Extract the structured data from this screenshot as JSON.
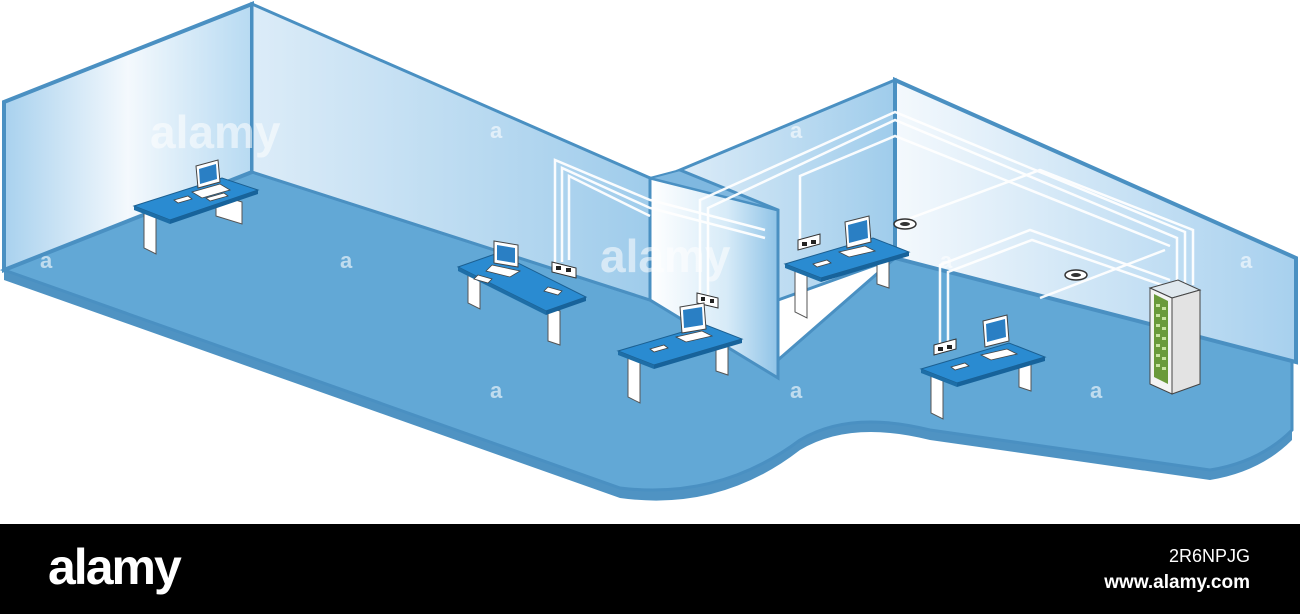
{
  "diagram": {
    "watermark_text": "alamy",
    "watermark_mark": "a",
    "colors": {
      "floor": "#62a8d6",
      "floor_edge": "#4f93c3",
      "wall_light": "#eaf4fb",
      "wall_dark": "#9ccbe9",
      "outline": "#4a90c2",
      "desk_top": "#2a8bd1",
      "cable": "#ffffff",
      "rack_panel": "#6a9a3a"
    },
    "items": [
      "desk-with-computer",
      "desk-with-computer",
      "desk-with-computer",
      "desk-with-computer",
      "desk-with-computer",
      "wall-outlet",
      "ceiling-access-point",
      "server-rack",
      "cable-run"
    ]
  },
  "footer": {
    "logo": "alamy",
    "image_id": "2R6NPJG",
    "url": "www.alamy.com"
  }
}
